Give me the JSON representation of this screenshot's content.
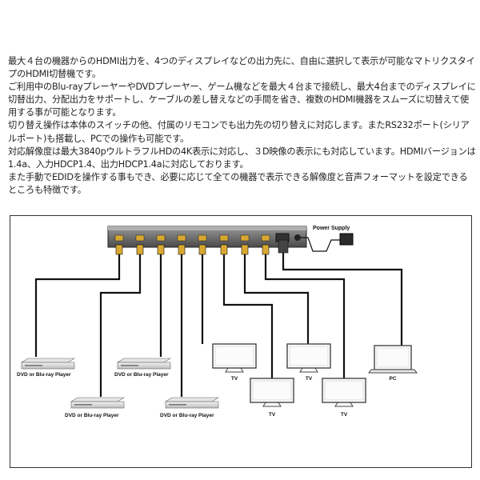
{
  "description": {
    "paragraphs": [
      "最大４台の機器からのHDMI出力を、4つのディスプレイなどの出力先に、自由に選択して表示が可能なマトリクスタイプのHDMI切替機です。",
      "ご利用中のBlu-rayプレーヤーやDVDプレーヤー、ゲーム機などを最大４台まで接続し、最大4台までのディスプレイに切替出力、分配出力をサポートし、ケーブルの差し替えなどの手間を省き、複数のHDMI機器をスムーズに切替えて使用する事が可能となります。",
      "切り替え操作は本体のスイッチの他、付属のリモコンでも出力先の切り替えに対応します。またRS232ポート(シリアルポート)も搭載し、PCでの操作も可能です。",
      "対応解像度は最大3840pウルトラフルHDの4K表示に対応し、３D映像の表示にも対応しています。HDMIバージョンは1.4a、入力HDCP1.4、出力HDCP1.4aに対応しております。",
      "また手動でEDIDを操作する事もでき、必要に応じて全ての機器で表示できる解像度と音声フォーマットを設定できるところも特徴です。"
    ]
  },
  "diagram": {
    "power_label": "Power Supply",
    "sources": [
      {
        "label": "DVD or Blu-ray Player"
      },
      {
        "label": "DVD or Blu-ray Player"
      },
      {
        "label": "DVD or Blu-ray Player"
      },
      {
        "label": "DVD or Blu-ray Player"
      }
    ],
    "displays": [
      {
        "label": "TV"
      },
      {
        "label": "TV"
      },
      {
        "label": "TV"
      },
      {
        "label": "TV"
      }
    ],
    "pc_label": "PC"
  }
}
